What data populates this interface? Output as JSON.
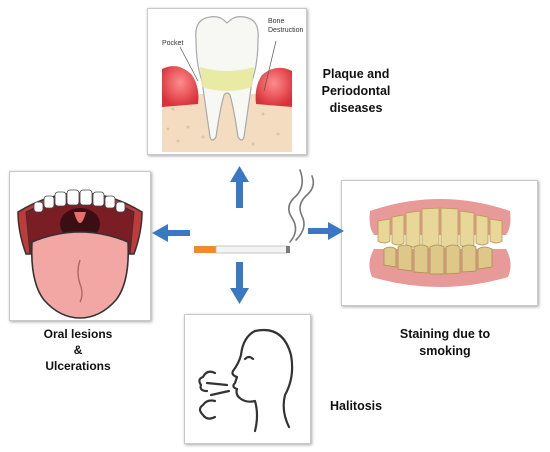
{
  "top": {
    "pocket_label": "Pocket",
    "bone_label_line1": "Bone",
    "bone_label_line2": "Destruction",
    "caption": [
      "Plaque and",
      "Periodontal",
      "diseases"
    ]
  },
  "left": {
    "caption": [
      "Oral lesions",
      "&",
      "Ulcerations"
    ]
  },
  "right": {
    "caption": [
      "Staining due to",
      "smoking"
    ]
  },
  "bottom": {
    "caption": "Halitosis"
  },
  "colors": {
    "arrow": "#3a78c3",
    "gum": "#e34a4a",
    "bone": "#f3dcc0",
    "plaque": "#e7e89a",
    "tongue": "#f2a7a4",
    "stained_teeth": "#e9d79a"
  }
}
